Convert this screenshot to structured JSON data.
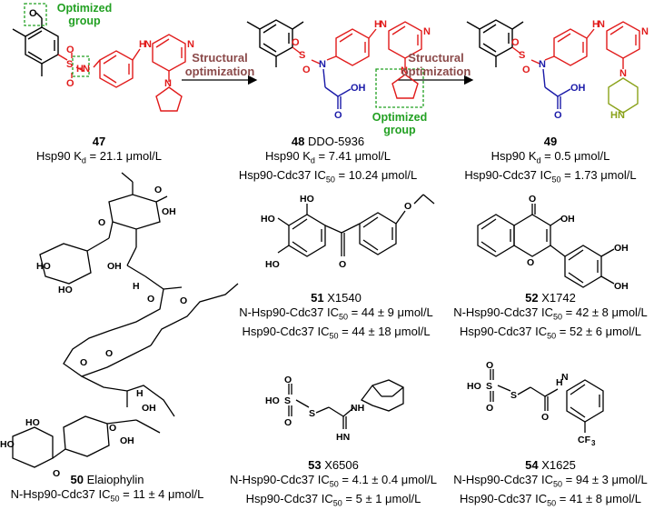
{
  "colors": {
    "red": "#e11b1b",
    "blue": "#1a1aa8",
    "green": "#22a022",
    "olive": "#8aa21a",
    "arrow": "#8b4a4a",
    "black": "#000000"
  },
  "arrows": [
    {
      "label": "Structural optimization"
    },
    {
      "label": "Structural optimization"
    }
  ],
  "optimized_group_label": "Optimized group",
  "compounds": [
    {
      "id": "47",
      "name": "",
      "line1": "Hsp90 K",
      "line1_sub": "d",
      "line1_val": " = 21.1 μmol/L"
    },
    {
      "id": "48",
      "name": "DDO-5936",
      "line1": "Hsp90 K",
      "line1_sub": "d",
      "line1_val": " = 7.41 μmol/L",
      "line2": "Hsp90-Cdc37 IC",
      "line2_sub": "50",
      "line2_val": " = 10.24 μmol/L"
    },
    {
      "id": "49",
      "name": "",
      "line1": "Hsp90 K",
      "line1_sub": "d",
      "line1_val": " = 0.5 μmol/L",
      "line2": "Hsp90-Cdc37 IC",
      "line2_sub": "50",
      "line2_val": " = 1.73 μmol/L"
    },
    {
      "id": "50",
      "name": "Elaiophylin",
      "line1": "N-Hsp90-Cdc37 IC",
      "line1_sub": "50",
      "line1_val": " = 11 ± 4 μmol/L"
    },
    {
      "id": "51",
      "name": "X1540",
      "line1": "N-Hsp90-Cdc37 IC",
      "line1_sub": "50",
      "line1_val": " = 44 ± 9 μmol/L",
      "line2": "Hsp90-Cdc37 IC",
      "line2_sub": "50",
      "line2_val": " = 44 ± 18 μmol/L"
    },
    {
      "id": "52",
      "name": "X1742",
      "line1": "N-Hsp90-Cdc37 IC",
      "line1_sub": "50",
      "line1_val": " = 42 ± 8 μmol/L",
      "line2": "Hsp90-Cdc37 IC",
      "line2_sub": "50",
      "line2_val": " = 52 ± 6 μmol/L"
    },
    {
      "id": "53",
      "name": "X6506",
      "line1": "N-Hsp90-Cdc37 IC",
      "line1_sub": "50",
      "line1_val": " = 4.1 ± 0.4 μmol/L",
      "line2": "Hsp90-Cdc37 IC",
      "line2_sub": "50",
      "line2_val": " = 5 ± 1 μmol/L"
    },
    {
      "id": "54",
      "name": "X1625",
      "line1": "N-Hsp90-Cdc37 IC",
      "line1_sub": "50",
      "line1_val": " = 94 ± 3 μmol/L",
      "line2": "Hsp90-Cdc37 IC",
      "line2_sub": "50",
      "line2_val": " = 41 ± 8 μmol/L"
    }
  ],
  "atoms": {
    "O": "O",
    "S": "S",
    "N": "N",
    "H": "H",
    "NH": "NH",
    "HN": "HN",
    "OH": "OH",
    "HO": "HO",
    "HN_imine": "HN",
    "CF3": "CF",
    "CF3_sub": "3"
  }
}
